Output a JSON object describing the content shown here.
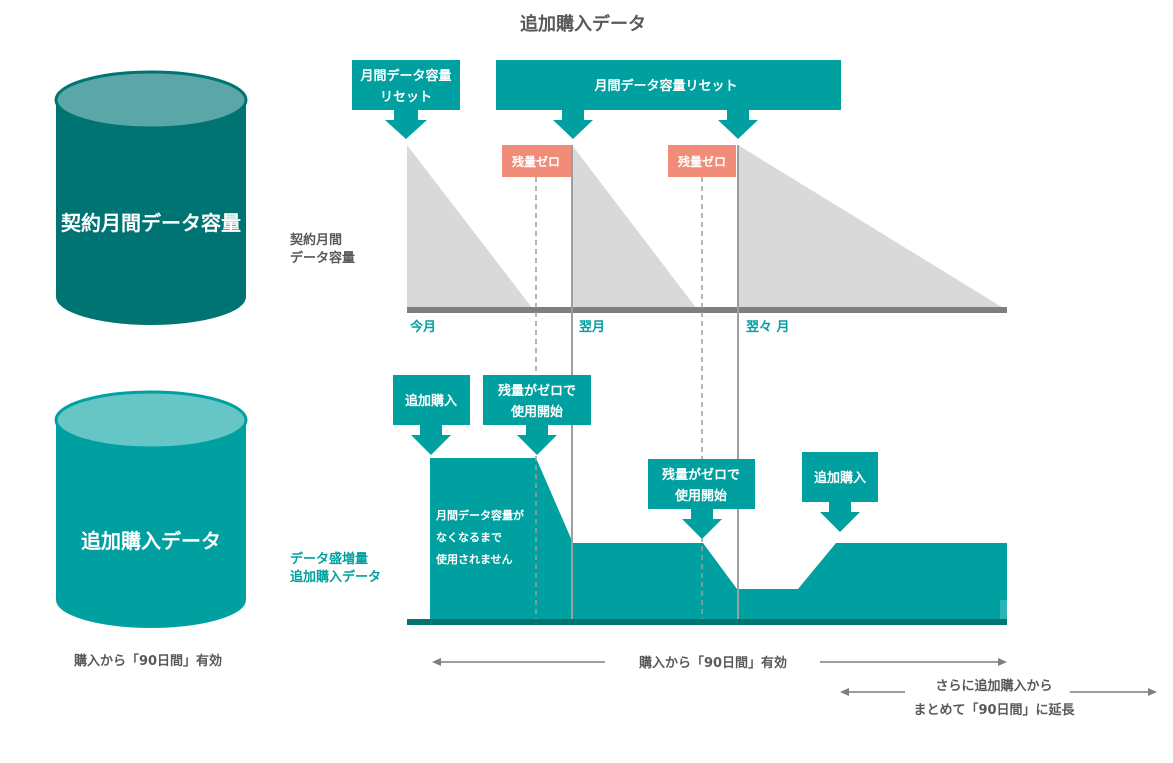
{
  "title": "追加購入データ",
  "colors": {
    "teal": "#00A0A0",
    "teal_dark": "#007373",
    "teal_cyl_top_dark": "#5BA7A7",
    "teal_cyl_top_light": "#66C6C6",
    "gray_fill": "#D9D9D9",
    "gray_axis": "#7F7F7F",
    "salmon": "#F08C78",
    "dark_text": "#595959"
  },
  "cylinders": {
    "contract_label": "契約月間データ容量",
    "additional_label": "追加購入データ",
    "additional_caption": "購入から「90日間」有効"
  },
  "monthly": {
    "reset_label_line1": "月間データ容量",
    "reset_label_line2": "リセット",
    "reset_label_wide": "月間データ容量リセット",
    "zero_badge": "残量ゼロ",
    "side_label_line1": "契約月間",
    "side_label_line2": "データ容量",
    "months": [
      "今月",
      "翌月",
      "翌々 月"
    ]
  },
  "additional": {
    "purchase_label": "追加購入",
    "zero_start_line1": "残量がゼロで",
    "zero_start_line2": "使用開始",
    "note_line1": "月間データ容量が",
    "note_line2": "なくなるまで",
    "note_line3": "使用されません",
    "side_label_line1": "データ盛増量",
    "side_label_line2": "追加購入データ",
    "validity_label": "購入から「90日間」有効",
    "extend_line1": "さらに追加購入から",
    "extend_line2": "まとめて「90日間」に延長"
  }
}
